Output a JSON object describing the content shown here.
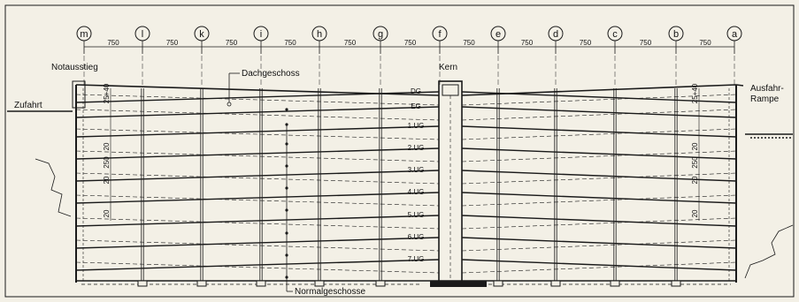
{
  "axes": {
    "labels": [
      "m",
      "l",
      "k",
      "i",
      "h",
      "g",
      "f",
      "e",
      "d",
      "c",
      "b",
      "a"
    ],
    "spacing_labels": [
      "750",
      "750",
      "750",
      "750",
      "750",
      "750",
      "750",
      "750",
      "750",
      "750",
      "750"
    ]
  },
  "floors": [
    "DG",
    "EG",
    "1.UG",
    "2.UG",
    "3.UG",
    "4.UG",
    "5.UG",
    "6.UG",
    "7.UG"
  ],
  "callouts": {
    "notausstieg": "Notausstieg",
    "dachgeschoss": "Dachgeschoss",
    "kern": "Kern",
    "zufahrt": "Zufahrt",
    "ausfahrt_rampe_line1": "Ausfahr-",
    "ausfahrt_rampe_line2": "Rampe",
    "normalgeschosse": "Normalgeschosse"
  },
  "dimensions": {
    "left": [
      "25+40",
      "20",
      "250",
      "20",
      "20"
    ],
    "right": [
      "25+40",
      "20",
      "250",
      "20",
      "20"
    ]
  },
  "colors": {
    "line": "#1a1a1a",
    "paper": "#f3f0e6"
  }
}
